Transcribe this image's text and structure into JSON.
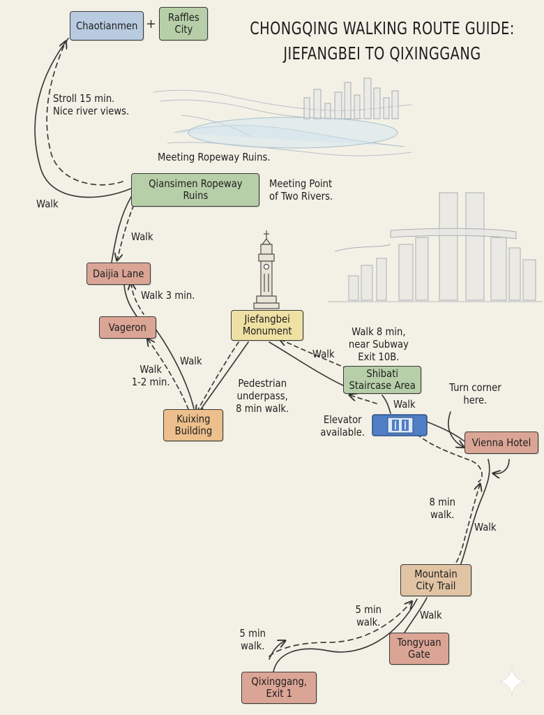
{
  "title": {
    "line1": "CHONGQING WALKING ROUTE GUIDE:",
    "line2": "JIEFANGBEI TO QIXINGGANG"
  },
  "plus_sign": "+",
  "stops": {
    "chaotianmen": "Chaotianmen",
    "raffles_city": "Raffles\nCity",
    "qiansimen": "Qiansimen Ropeway\nRuins",
    "daijia_lane": "Daijia Lane",
    "vageron": "Vageron",
    "jiefangbei": "Jiefangbei\nMonument",
    "kuixing": "Kuixing\nBuilding",
    "shibati": "Shibati\nStaircase Area",
    "vienna_hotel": "Vienna Hotel",
    "mountain_city_trail": "Mountain\nCity Trail",
    "tongyuan_gate": "Tongyuan\nGate",
    "qixinggang_exit": "Qixinggang,\nExit 1"
  },
  "notes": {
    "stroll": "Stroll 15 min.\nNice river views.",
    "meeting_ropeway": "Meeting Ropeway Ruins.",
    "meeting_point": "Meeting Point\nof Two Rivers.",
    "walk_left": "Walk",
    "walk_daijia": "Walk",
    "walk_3min": "Walk 3 min.",
    "walk_vageron": "Walk",
    "walk_1_2": "Walk\n1-2 min.",
    "underpass": "Pedestrian\nunderpass,\n8 min walk.",
    "walk_jief": "Walk",
    "walk_8_subway": "Walk 8 min,\nnear Subway\nExit 10B.",
    "walk_elev": "Walk",
    "elevator": "Elevator\navailable.",
    "turn_corner": "Turn corner\nhere.",
    "eight_min": "8 min\nwalk.",
    "walk_vienna": "Walk",
    "walk_mtn": "Walk",
    "five_min_a": "5 min\nwalk.",
    "five_min_b": "5 min\nwalk."
  },
  "icons": {
    "elevator_sign": "elevator-icon",
    "monument": "monument-tower-icon",
    "river_sketch": "river-sketch-icon",
    "skyline_sketch": "skyline-sketch-icon",
    "sparkle": "sparkle-icon"
  },
  "colors": {
    "background": "#f3f1e6",
    "blue_stop": "#b9cbe0",
    "green_stop": "#b7cfa9",
    "red_stop": "#dba596",
    "yellow_stop": "#efe1a3",
    "orange_stop": "#ecbf8c",
    "elevator_sign": "#4f7fc4"
  }
}
